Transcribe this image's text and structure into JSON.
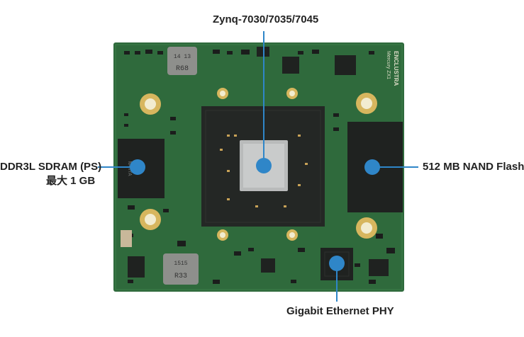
{
  "callouts": {
    "soc": "Zynq-7030/7035/7045",
    "ddr_line1": "DDR3L SDRAM (PS)",
    "ddr_line2": "最大 1 GB",
    "nand": "512 MB NAND Flash",
    "phy": "Gigabit Ethernet PHY"
  },
  "board_markings": {
    "brand": "ENCLUSTRA",
    "model": "Mercury ZX1",
    "inductor_top": "R68",
    "inductor_top_code": "14 13",
    "inductor_bottom": "R33",
    "inductor_bottom_code": "1515"
  },
  "colors": {
    "pcb": "#2f6a3c",
    "chip": "#1f2220",
    "pointer": "#2f86c8"
  }
}
